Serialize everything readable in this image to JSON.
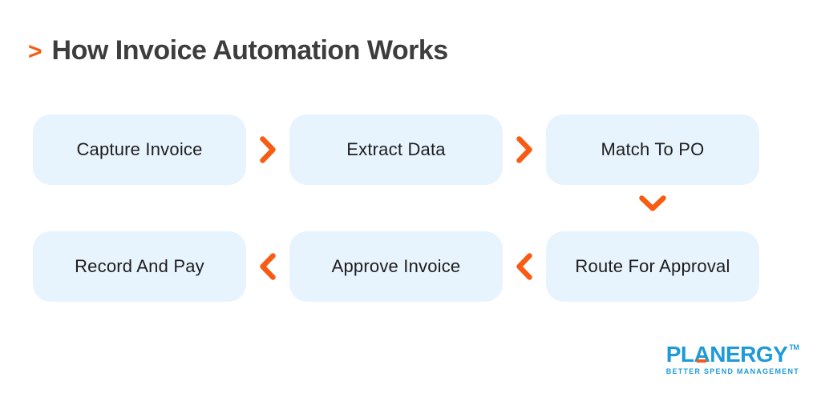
{
  "title": {
    "marker": ">",
    "text": "How Invoice Automation Works"
  },
  "flow": {
    "row1": [
      {
        "label": "Capture Invoice"
      },
      {
        "label": "Extract Data"
      },
      {
        "label": "Match To PO"
      }
    ],
    "row2": [
      {
        "label": "Record And Pay"
      },
      {
        "label": "Approve Invoice"
      },
      {
        "label": "Route For Approval"
      }
    ]
  },
  "icons": {
    "row1_connector": "chevron-right-icon",
    "down_connector": "chevron-down-icon",
    "row2_connector": "chevron-left-icon"
  },
  "logo": {
    "brand_pre": "PL",
    "brand_a": "A",
    "brand_post": "NERGY",
    "trademark": "TM",
    "tagline": "BETTER SPEND MANAGEMENT"
  },
  "colors": {
    "accent_orange": "#F85C12",
    "box_background": "#E8F4FD",
    "title_text": "#3D3D3D",
    "step_text": "#1D1D1D",
    "logo_blue": "#1F9AD9",
    "page_background": "#FFFFFF"
  }
}
